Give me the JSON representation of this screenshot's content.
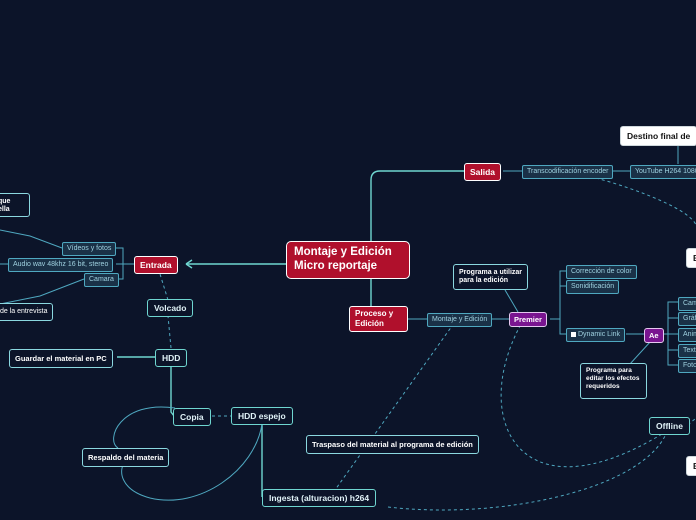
{
  "central": {
    "line1": "Montaje y Edición",
    "line2": "Micro reportaje"
  },
  "salida": {
    "label": "Salida",
    "transcodificacion": "Transcodificación encoder",
    "youtube": "YouTube H264 1080",
    "destino": "Destino final de"
  },
  "entrada": {
    "label": "Entrada",
    "videos_fotos": "Vídeos y fotos",
    "audio": "Audio wav 48khz 16 bit, stereo",
    "camara": "Camara",
    "top_note": "que ella",
    "bottom_note": "de la entrevista"
  },
  "volcado": "Volcado",
  "hdd": "HDD",
  "guardar_pc": "Guardar el material en PC",
  "copia": "Copia",
  "hdd_espejo": "HDD espejo",
  "respaldo": "Respaldo del materia",
  "traspaso": "Traspaso del material al programa de edición",
  "ingesta": "Ingesta (alturacion) h264",
  "proceso": {
    "line1": "Proceso y",
    "line2": "Edición",
    "montaje": "Montaje y Edición",
    "premier": "Premier",
    "programa_utilizar_1": "Programa a utilizar",
    "programa_utilizar_2": "para la edición",
    "correccion": "Corrección de color",
    "sonidificacion": "Sonidificación",
    "dynamic_link": "Dynamic Link",
    "ae": "Ae",
    "programa_efectos_1": "Programa para",
    "programa_efectos_2": "editar los efectos",
    "programa_efectos_3": "requeridos",
    "ae_children": [
      "Cam",
      "Gráf",
      "Anim",
      "Text",
      "Foto"
    ]
  },
  "offline": "Offline",
  "edge_right_1": "E",
  "edge_right_2": "E"
}
